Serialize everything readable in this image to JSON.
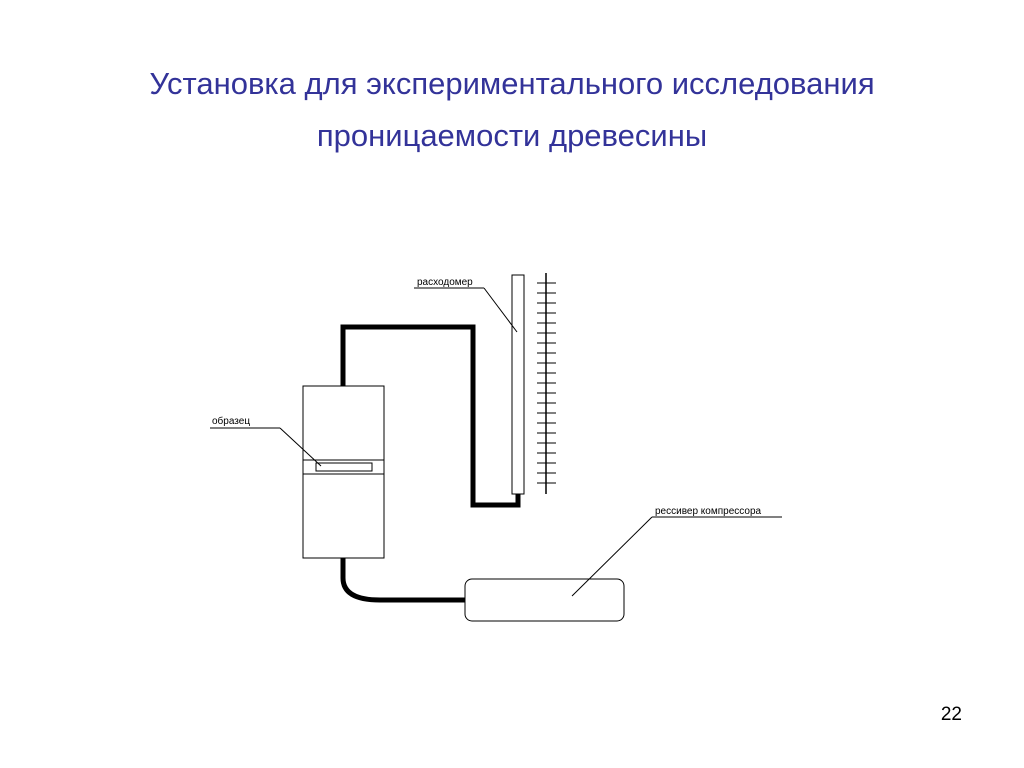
{
  "title": {
    "line1": "Установка для экспериментального  исследования",
    "line2": "проницаемости древесины",
    "color": "#333399"
  },
  "diagram": {
    "labels": {
      "flowmeter": "расходомер",
      "sample": "образец",
      "receiver": "рессивер компрессора"
    },
    "flowmeter_scale_ticks": 21
  },
  "page_number": "22"
}
